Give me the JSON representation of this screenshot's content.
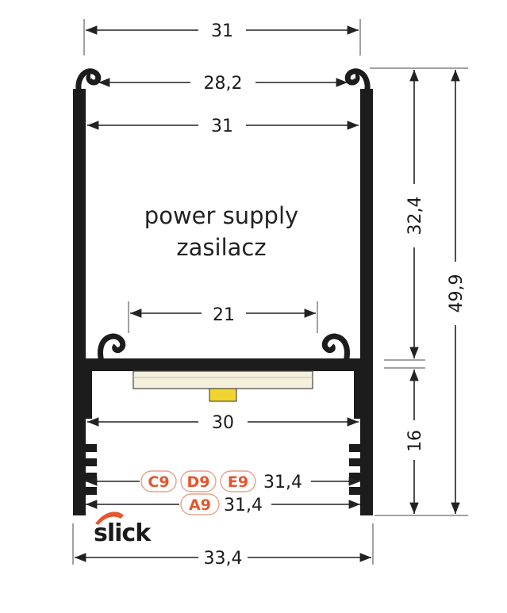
{
  "colors": {
    "profile": "#1c1c1c",
    "badge_text": "#e4572e",
    "badge_border": "#e8a08a",
    "diffuser": "#f4f0dc",
    "led": "#f2d431"
  },
  "dimensions": {
    "top_width": "31",
    "inner_top_width": "28,2",
    "inner_width": "31",
    "slot_width": "21",
    "lower_width": "30",
    "height_upper": "32,4",
    "height_total": "49,9",
    "height_lower": "16",
    "bottom_width": "33,4",
    "cd_e_width": "31,4",
    "a9_width": "31,4"
  },
  "labels": {
    "line1": "power supply",
    "line2": "zasilacz"
  },
  "badges": [
    "C9",
    "D9",
    "E9",
    "A9"
  ],
  "logo": {
    "text": "slick",
    "icon": "swoosh-icon"
  }
}
